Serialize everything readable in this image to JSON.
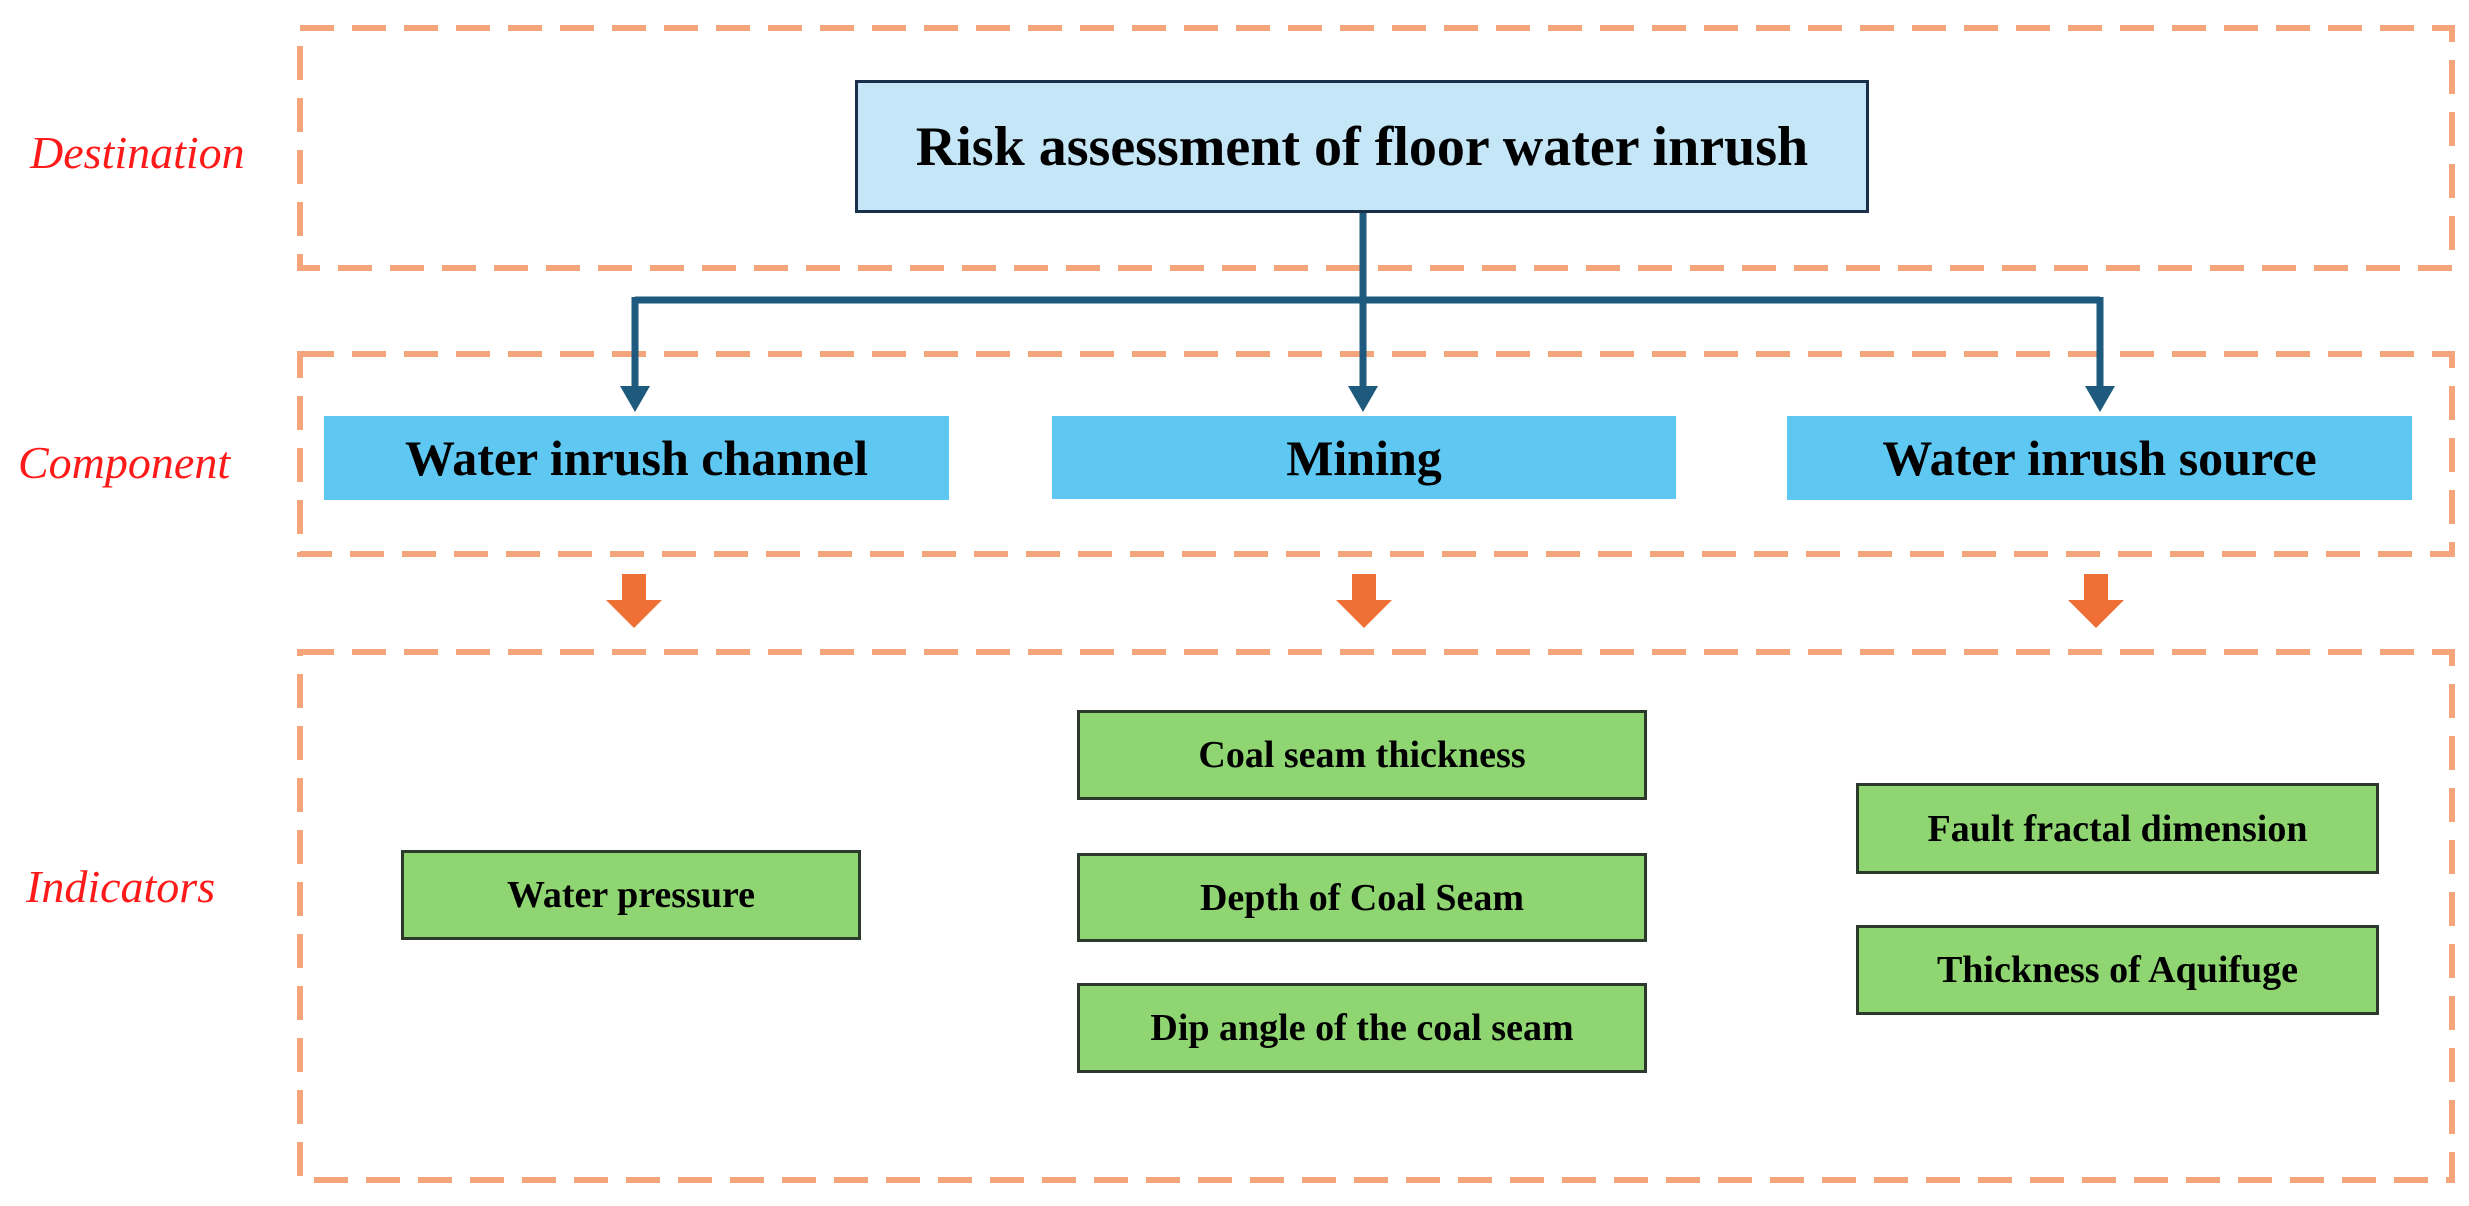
{
  "section_labels": {
    "destination": "Destination",
    "component": "Component",
    "indicators": "Indicators"
  },
  "destination": {
    "title": "Risk assessment of floor water inrush"
  },
  "components": [
    {
      "label": "Water inrush channel"
    },
    {
      "label": "Mining"
    },
    {
      "label": "Water inrush source"
    }
  ],
  "indicators": {
    "water_inrush_channel": [
      "Water pressure"
    ],
    "mining": [
      "Coal seam thickness",
      "Depth of Coal Seam",
      "Dip angle of the coal seam"
    ],
    "water_inrush_source": [
      "Fault fractal dimension",
      "Thickness of Aquifuge"
    ]
  },
  "colors": {
    "label_red": "#ff1a1a",
    "dash_orange": "#f4a57c",
    "title_fill": "#c5e6f7",
    "component_fill": "#5ec8f2",
    "indicator_fill": "#8fd672",
    "connector_blue": "#1d5a7e",
    "down_arrow_orange": "#ee7034"
  }
}
